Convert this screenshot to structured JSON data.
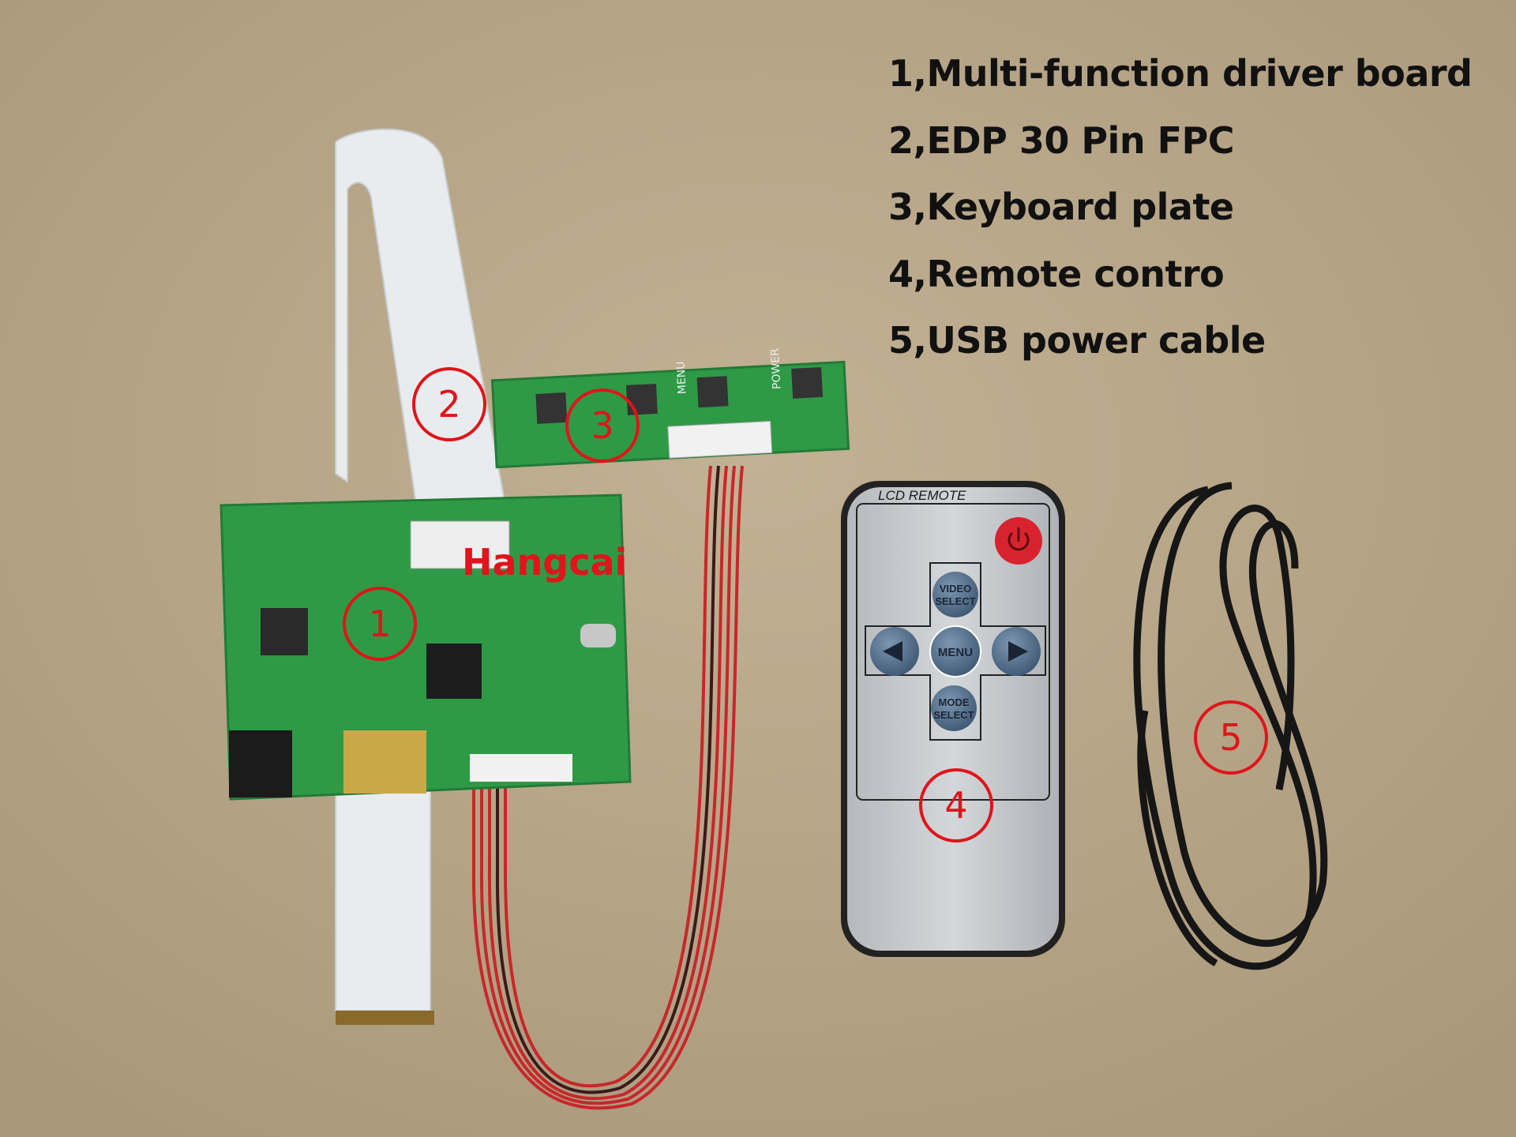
{
  "legend": {
    "items": [
      "1,Multi-function driver board",
      "2,EDP 30 Pin FPC",
      "3,Keyboard plate",
      "4,Remote contro",
      "5,USB power cable"
    ]
  },
  "watermark": "Hangcai",
  "markers": [
    "1",
    "2",
    "3",
    "4",
    "5"
  ],
  "remote": {
    "title": "LCD REMOTE",
    "power_icon": "power-icon",
    "up_label_1": "VIDEO",
    "up_label_2": "SELECT",
    "center_label": "MENU",
    "down_label_1": "MODE",
    "down_label_2": "SELECT"
  },
  "keyboard_plate": {
    "labels": [
      "MENU",
      "POWER"
    ]
  },
  "colors": {
    "background": "#b9a78b",
    "pcb": "#2f9a46",
    "marker": "#e0141a",
    "remote_body": "#c9cccf",
    "wire_red": "#c8262a",
    "cable": "#161616"
  }
}
